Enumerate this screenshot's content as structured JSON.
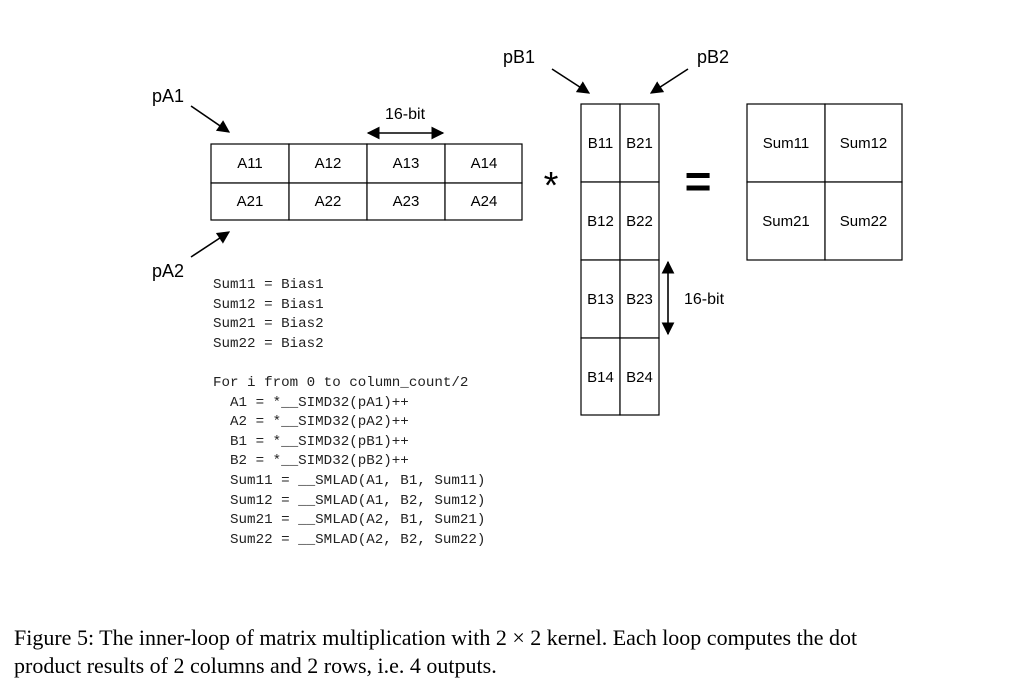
{
  "matrix_a": {
    "rows": [
      [
        "A11",
        "A12",
        "A13",
        "A14"
      ],
      [
        "A21",
        "A22",
        "A23",
        "A24"
      ]
    ],
    "pointer_top": "pA1",
    "pointer_bottom": "pA2",
    "width_label": "16-bit"
  },
  "operators": {
    "multiply": "*",
    "equals": "="
  },
  "matrix_b": {
    "rows": [
      [
        "B11",
        "B21"
      ],
      [
        "B12",
        "B22"
      ],
      [
        "B13",
        "B23"
      ],
      [
        "B14",
        "B24"
      ]
    ],
    "pointer_left": "pB1",
    "pointer_right": "pB2",
    "height_label": "16-bit"
  },
  "matrix_sum": {
    "rows": [
      [
        "Sum11",
        "Sum12"
      ],
      [
        "Sum21",
        "Sum22"
      ]
    ]
  },
  "code": {
    "init": [
      "Sum11 = Bias1",
      "Sum12 = Bias1",
      "Sum21 = Bias2",
      "Sum22 = Bias2"
    ],
    "loop": [
      "For i from 0 to column_count/2",
      "  A1 = *__SIMD32(pA1)++",
      "  A2 = *__SIMD32(pA2)++",
      "  B1 = *__SIMD32(pB1)++",
      "  B2 = *__SIMD32(pB2)++",
      "  Sum11 = __SMLAD(A1, B1, Sum11)",
      "  Sum12 = __SMLAD(A1, B2, Sum12)",
      "  Sum21 = __SMLAD(A2, B1, Sum21)",
      "  Sum22 = __SMLAD(A2, B2, Sum22)"
    ]
  },
  "caption": {
    "line1": "Figure 5: The inner-loop of matrix multiplication with 2 × 2 kernel. Each loop computes the dot",
    "line2": "product results of 2 columns and 2 rows, i.e. 4 outputs."
  }
}
